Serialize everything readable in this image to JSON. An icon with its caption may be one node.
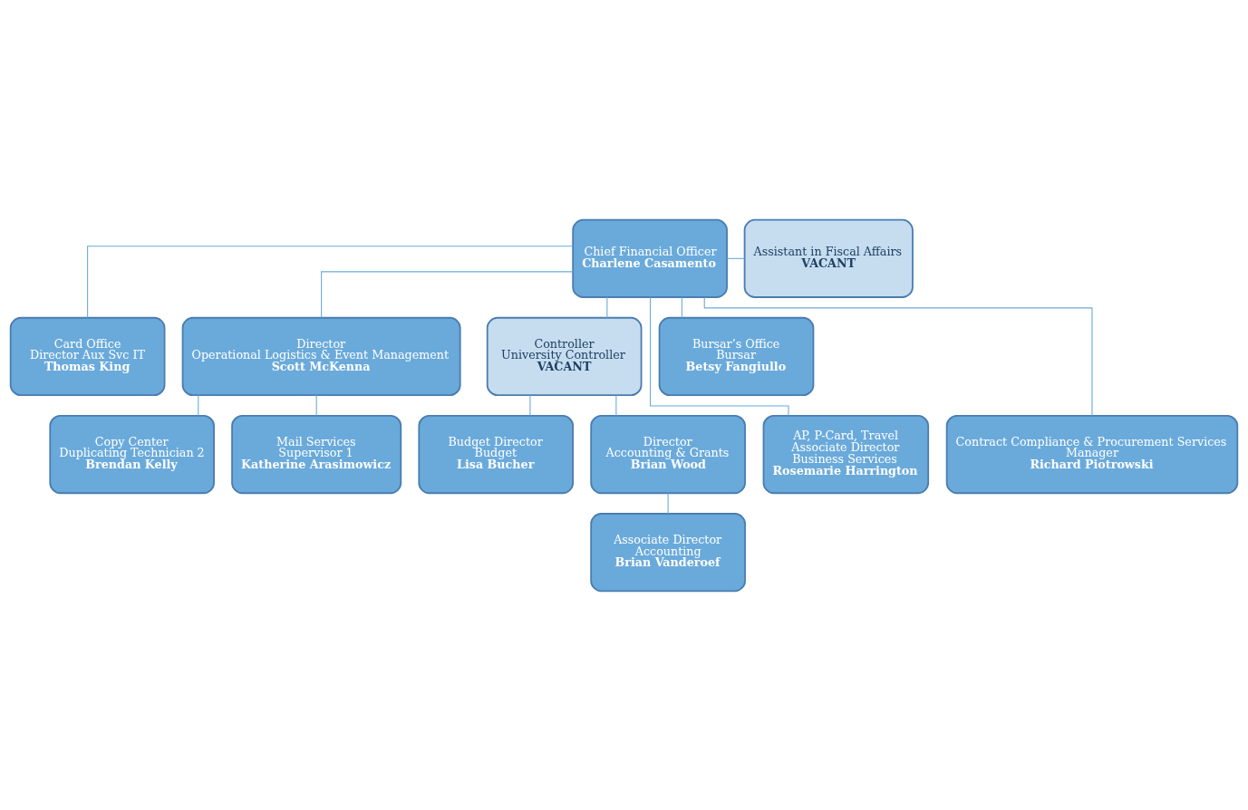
{
  "diagram": {
    "nodes": [
      {
        "text": [
          "Chief Financial Officer",
          "Charlene Casamento"
        ]
      },
      {
        "text": [
          "Assistant in Fiscal Affairs",
          "VACANT"
        ]
      },
      {
        "text": [
          "Card Office",
          "Director Aux Svc IT",
          "Thomas King"
        ]
      },
      {
        "text": [
          "Director",
          "Operational Logistics & Event Management",
          "Scott McKenna"
        ]
      },
      {
        "text": [
          "Controller",
          "University Controller",
          "VACANT"
        ]
      },
      {
        "text": [
          "Bursar’s Office",
          "Bursar",
          "Betsy Fangiullo"
        ]
      },
      {
        "text": [
          "AP, P-Card, Travel",
          "Associate Director",
          "Business Services",
          "Rosemarie Harrington"
        ]
      },
      {
        "text": [
          "Copy Center",
          "Duplicating Technician 2",
          "Brendan Kelly"
        ]
      },
      {
        "text": [
          "Budget Director",
          "Budget",
          "Lisa Bucher"
        ]
      },
      {
        "text": [
          "Contract Compliance & Procurement Services",
          "Manager",
          "Richard Piotrowski"
        ]
      },
      {
        "text": [
          "Mail Services",
          "Supervisor 1",
          "Katherine Arasimowicz"
        ]
      },
      {
        "text": [
          "Director",
          "Accounting & Grants",
          "Brian Wood"
        ]
      },
      {
        "text": [
          "Associate Director",
          "Accounting",
          "Brian Vanderoef"
        ]
      }
    ],
    "edges": [
      {
        "from": 0,
        "to": 1,
        "arrow": "none"
      },
      {
        "from": 0,
        "to": 2,
        "arrow": "none"
      },
      {
        "from": 0,
        "to": 3,
        "arrow": "none"
      },
      {
        "from": 0,
        "to": 4,
        "arrow": "none"
      },
      {
        "from": 0,
        "to": 5,
        "arrow": "none"
      },
      {
        "from": 0,
        "to": 6,
        "arrow": "none"
      },
      {
        "from": 0,
        "to": 9,
        "arrow": "none"
      },
      {
        "from": 3,
        "to": 7,
        "arrow": "none"
      },
      {
        "from": 3,
        "to": 10,
        "arrow": "none"
      },
      {
        "from": 4,
        "to": 8,
        "arrow": "none"
      },
      {
        "from": 4,
        "to": 11,
        "arrow": "none"
      },
      {
        "from": 11,
        "to": 12,
        "arrow": "none"
      }
    ]
  }
}
